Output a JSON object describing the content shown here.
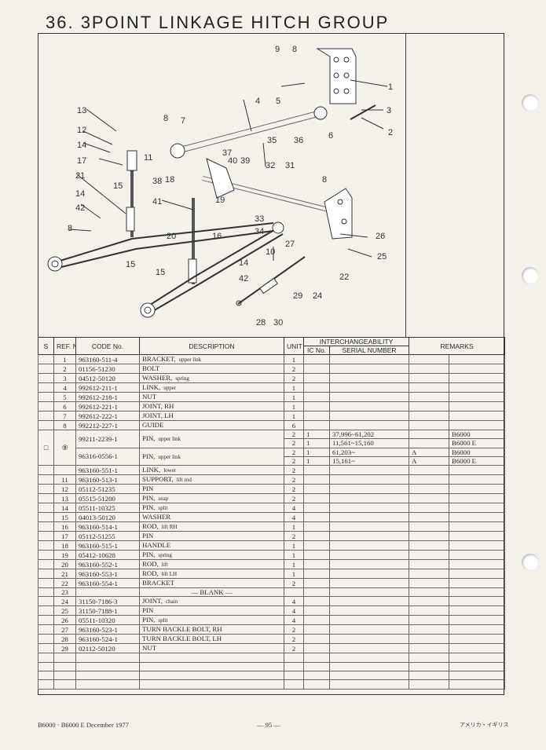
{
  "header": {
    "title": "36. 3POINT LINKAGE HITCH GROUP"
  },
  "diagram": {
    "callouts": [
      "9",
      "8",
      "1",
      "4",
      "5",
      "3",
      "2",
      "13",
      "8",
      "7",
      "6",
      "12",
      "35",
      "36",
      "14",
      "11",
      "37",
      "40",
      "39",
      "17",
      "32",
      "31",
      "21",
      "15",
      "38",
      "18",
      "8",
      "14",
      "41",
      "19",
      "42",
      "33",
      "8",
      "34",
      "26",
      "20",
      "16",
      "27",
      "10",
      "25",
      "15",
      "22",
      "14",
      "15",
      "42",
      "29",
      "24",
      "28",
      "30"
    ]
  },
  "table": {
    "headers": {
      "s": "S",
      "ref": "REF. No.",
      "code": "CODE No.",
      "desc": "DESCRIPTION",
      "unit": "UNIT",
      "interchange": "INTERCHANGEABILITY",
      "ic": "IC No.",
      "serial": "SERIAL NUMBER",
      "remarks": "REMARKS"
    },
    "rows": [
      {
        "ref": "1",
        "code": "963160-511-4",
        "desc": "BRACKET,",
        "sub": "upper link",
        "unit": "1"
      },
      {
        "ref": "2",
        "code": "01156-51230",
        "desc": "BOLT",
        "sub": "",
        "unit": "2"
      },
      {
        "ref": "3",
        "code": "04512-50120",
        "desc": "WASHER,",
        "sub": "spring",
        "unit": "2"
      },
      {
        "ref": "4",
        "code": "992612-211-1",
        "desc": "LINK,",
        "sub": "upper",
        "unit": "1"
      },
      {
        "ref": "5",
        "code": "992612-218-1",
        "desc": "NUT",
        "sub": "",
        "unit": "1"
      },
      {
        "ref": "6",
        "code": "992612-221-1",
        "desc": "JOINT, RH",
        "sub": "",
        "unit": "1"
      },
      {
        "ref": "7",
        "code": "992612-222-1",
        "desc": "JOINT, LH",
        "sub": "",
        "unit": "1"
      },
      {
        "ref": "8",
        "code": "992212-227-1",
        "desc": "GUIDE",
        "sub": "",
        "unit": "6"
      }
    ],
    "pin_group": {
      "s_mark": "□",
      "ref": "⑨",
      "a": {
        "code": "99211-2239-1",
        "desc": "PIN,",
        "sub": "upper link"
      },
      "b": {
        "code": "96316-0556-1",
        "desc": "PIN,",
        "sub": "upper link"
      },
      "lines": [
        {
          "unit": "2",
          "ic": "1",
          "serial": "37,996~61,202",
          "rem1": "",
          "rem2": "B6000"
        },
        {
          "unit": "2",
          "ic": "1",
          "serial": "11,561~15,160",
          "rem1": "",
          "rem2": "B6000 E"
        },
        {
          "unit": "2",
          "ic": "1",
          "serial": "61,203~",
          "rem1": "A",
          "rem2": "B6000"
        },
        {
          "unit": "2",
          "ic": "1",
          "serial": "15,161~",
          "rem1": "A",
          "rem2": "B6000 E"
        }
      ]
    },
    "rows2": [
      {
        "ref": "",
        "code": "963160-551-1",
        "desc": "LINK,",
        "sub": "lower",
        "unit": "2"
      },
      {
        "ref": "11",
        "code": "963160-513-1",
        "desc": "SUPPORT,",
        "sub": "lift rod",
        "unit": "2"
      },
      {
        "ref": "12",
        "code": "05112-51235",
        "desc": "PIN",
        "sub": "",
        "unit": "2"
      },
      {
        "ref": "13",
        "code": "05515-51200",
        "desc": "PIN,",
        "sub": "snap",
        "unit": "2"
      },
      {
        "ref": "14",
        "code": "05511-10325",
        "desc": "PIN,",
        "sub": "split",
        "unit": "4"
      },
      {
        "ref": "15",
        "code": "04013-50120",
        "desc": "WASHER",
        "sub": "",
        "unit": "4"
      },
      {
        "ref": "16",
        "code": "963160-514-1",
        "desc": "ROD,",
        "sub": "lift RH",
        "unit": "1"
      },
      {
        "ref": "17",
        "code": "05112-51255",
        "desc": "PIN",
        "sub": "",
        "unit": "2"
      },
      {
        "ref": "18",
        "code": "963160-515-1",
        "desc": "HANDLE",
        "sub": "",
        "unit": "1"
      },
      {
        "ref": "19",
        "code": "05412-10628",
        "desc": "PIN,",
        "sub": "spring",
        "unit": "1"
      },
      {
        "ref": "20",
        "code": "963160-552-1",
        "desc": "ROD,",
        "sub": "lift",
        "unit": "1"
      },
      {
        "ref": "21",
        "code": "963160-553-1",
        "desc": "ROD,",
        "sub": "lift LH",
        "unit": "1"
      },
      {
        "ref": "22",
        "code": "963160-554-1",
        "desc": "BRACKET",
        "sub": "",
        "unit": "2"
      }
    ],
    "blank_row": {
      "ref": "23",
      "desc": "— BLANK —"
    },
    "rows3": [
      {
        "ref": "24",
        "code": "31150-7186-3",
        "desc": "JOINT,",
        "sub": "chain",
        "unit": "4"
      },
      {
        "ref": "25",
        "code": "31150-7188-1",
        "desc": "PIN",
        "sub": "",
        "unit": "4"
      },
      {
        "ref": "26",
        "code": "05511-10320",
        "desc": "PIN,",
        "sub": "split",
        "unit": "4"
      },
      {
        "ref": "27",
        "code": "963160-523-1",
        "desc": "TURN BACKLE BOLT, RH",
        "sub": "",
        "unit": "2"
      },
      {
        "ref": "28",
        "code": "963160-524-1",
        "desc": "TURN BACKLE BOLT, LH",
        "sub": "",
        "unit": "2"
      },
      {
        "ref": "29",
        "code": "02112-50120",
        "desc": "NUT",
        "sub": "",
        "unit": "2"
      }
    ]
  },
  "footer": {
    "left": "B6000 · B6000 E  December  1977",
    "page": "— 95 —",
    "right": "アメリカ・イギリス"
  }
}
